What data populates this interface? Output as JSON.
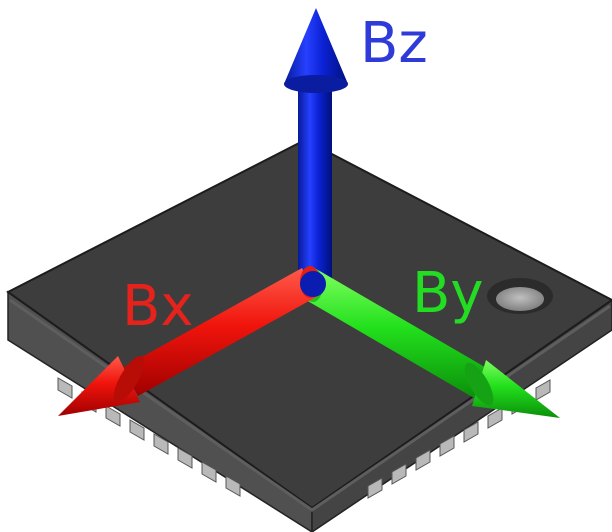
{
  "axes": {
    "z": {
      "label": "Bz",
      "color": "#2f3bd8"
    },
    "x": {
      "label": "Bx",
      "color": "#e5221c"
    },
    "y": {
      "label": "By",
      "color": "#22dd22"
    }
  },
  "colors": {
    "package_top": "#3c3c3c",
    "package_side_left": "#505050",
    "package_side_right": "#444444",
    "pin": "#b9b9b9",
    "pin1_dot": "#9a9a9a"
  },
  "icons": {
    "chip": "qfn-package-icon"
  }
}
